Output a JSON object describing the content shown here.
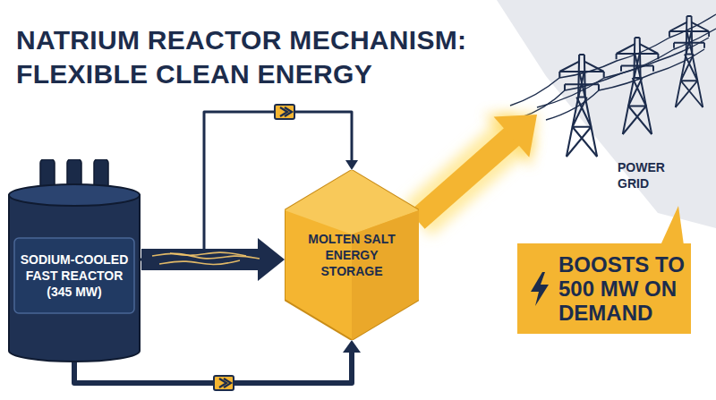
{
  "diagram": {
    "title": "NATRIUM REACTOR MECHANISM: FLEXIBLE CLEAN ENERGY",
    "nodes": [
      {
        "text": [
          "SODIUM-COOLED FAST REACTOR (345 MW)"
        ]
      },
      {
        "text": [
          "MOLTEN SALT ENERGY STORAGE"
        ]
      },
      {
        "text": [
          "POWER GRID"
        ]
      },
      {
        "text": [
          "BOOSTS TO 500 MW ON DEMAND"
        ]
      }
    ],
    "edges": [
      {
        "from": 0,
        "to": 1,
        "arrow": "to"
      },
      {
        "from": 0,
        "to": 1,
        "arrow": "to"
      },
      {
        "from": 0,
        "to": 1,
        "arrow": "to"
      },
      {
        "from": 1,
        "to": 2,
        "arrow": "to"
      }
    ]
  }
}
